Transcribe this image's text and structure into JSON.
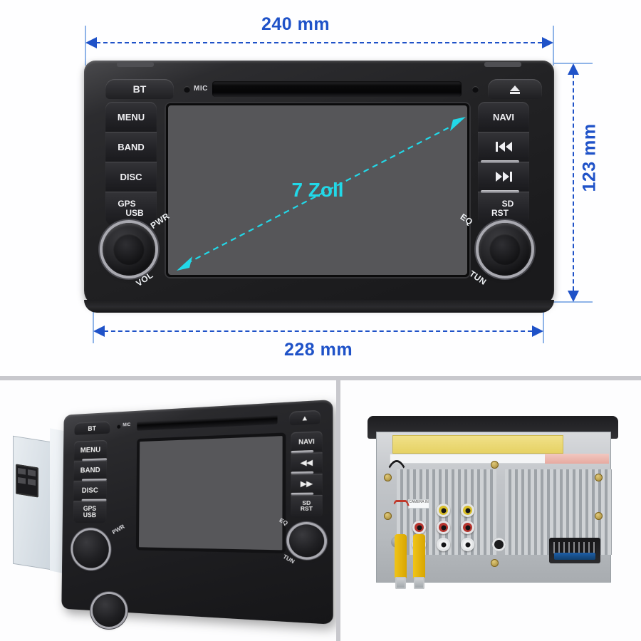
{
  "product": {
    "type": "car-stereo-head-unit",
    "screen_label": "7 Zoll",
    "screen_label_color": "#22d8e8"
  },
  "dimensions": {
    "width_top": "240 mm",
    "width_bottom": "228 mm",
    "height_right": "123 mm",
    "line_color": "#1f52c8"
  },
  "faceplate": {
    "bt_button": "BT",
    "mic_label": "MIC",
    "eject_icon": "eject-icon",
    "left_buttons": [
      {
        "label": "MENU"
      },
      {
        "label": "BAND"
      },
      {
        "label": "DISC"
      },
      {
        "label_line1": "GPS",
        "label_line2": "USB"
      }
    ],
    "right_buttons": [
      {
        "label": "NAVI"
      },
      {
        "label": "",
        "icon": "previous-track-icon"
      },
      {
        "label": "",
        "icon": "next-track-icon"
      },
      {
        "label_line1": "SD",
        "label_line2": "RST"
      }
    ],
    "left_knob": {
      "top_label": "PWR",
      "bottom_label": "VOL"
    },
    "right_knob": {
      "top_label": "EQ",
      "bottom_label": "TUN"
    }
  },
  "panels": {
    "top": "front-view-with-dimensions",
    "bottom_left": "angled-view-with-chassis",
    "bottom_right": "rear-view-with-connectors"
  },
  "rear": {
    "rca_rows": [
      {
        "color": "#d9bf2a",
        "name": "video-rca-yellow",
        "count": 2
      },
      {
        "color": "#b8352f",
        "name": "audio-right-rca-red",
        "count": 3
      },
      {
        "color": "#f1f2f3",
        "name": "audio-left-rca-white",
        "count": 3
      }
    ],
    "iso_connector": {
      "name": "iso-power-connector",
      "accent": "#1e5fa8"
    },
    "camera_cables": [
      {
        "name": "camera-rca-yellow-1",
        "color": "#f0c419"
      },
      {
        "name": "camera-rca-yellow-2",
        "color": "#f0c419"
      }
    ],
    "label_colors": {
      "warning": "#f0e089",
      "serial": "#f1c7c0"
    }
  }
}
